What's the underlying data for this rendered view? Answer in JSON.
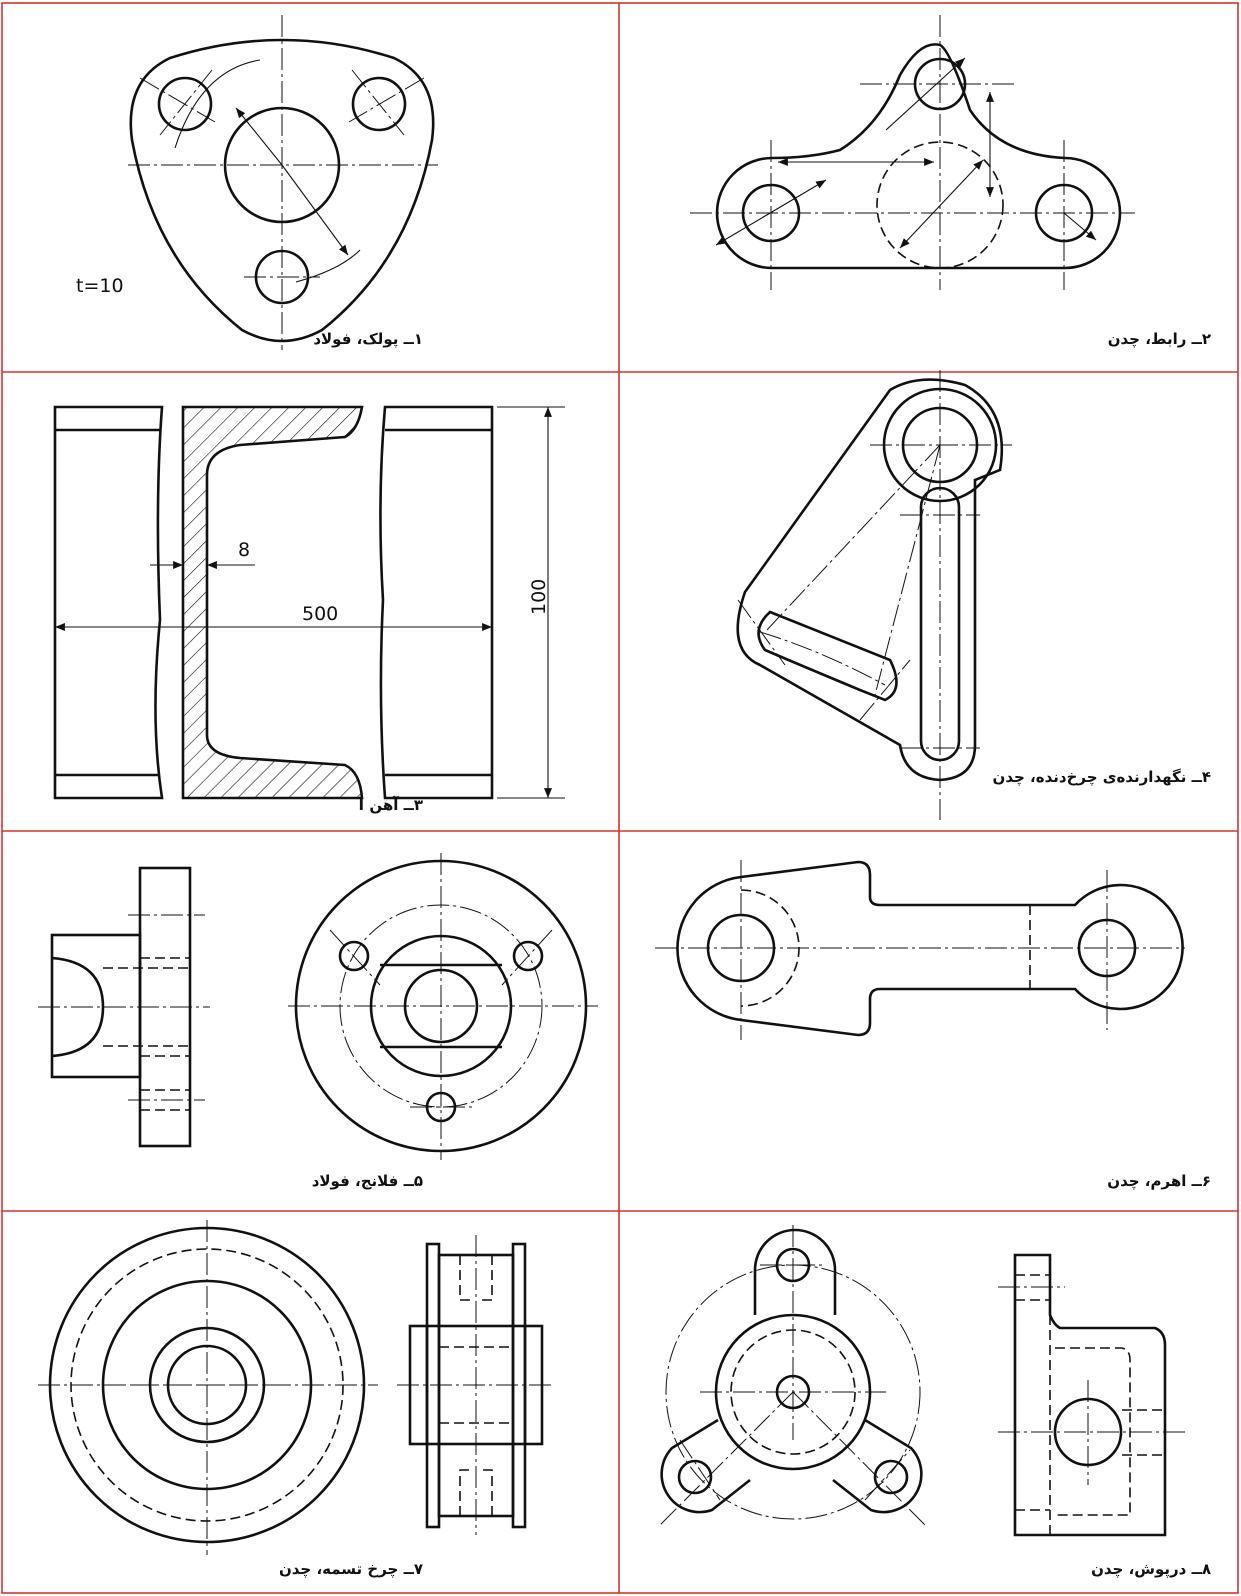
{
  "drawings": [
    {
      "id": "1",
      "label": "۱ــ پولک، فولاد",
      "note": "t=10"
    },
    {
      "id": "2",
      "label": "۲ــ رابط، چدن"
    },
    {
      "id": "3",
      "label": "۳ــ آهن I",
      "dimensions": [
        "8",
        "500",
        "100"
      ]
    },
    {
      "id": "4",
      "label": "۴ــ نگهدارنده‌ی چرخ‌دنده، چدن"
    },
    {
      "id": "5",
      "label": "۵ــ فلانج، فولاد"
    },
    {
      "id": "6",
      "label": "۶ــ اهرم، چدن"
    },
    {
      "id": "7",
      "label": "۷ــ چرخ تسمه، چدن"
    },
    {
      "id": "8",
      "label": "۸ــ درپوش، چدن"
    }
  ],
  "colors": {
    "grid": "#d6332e",
    "ink": "#111111"
  }
}
